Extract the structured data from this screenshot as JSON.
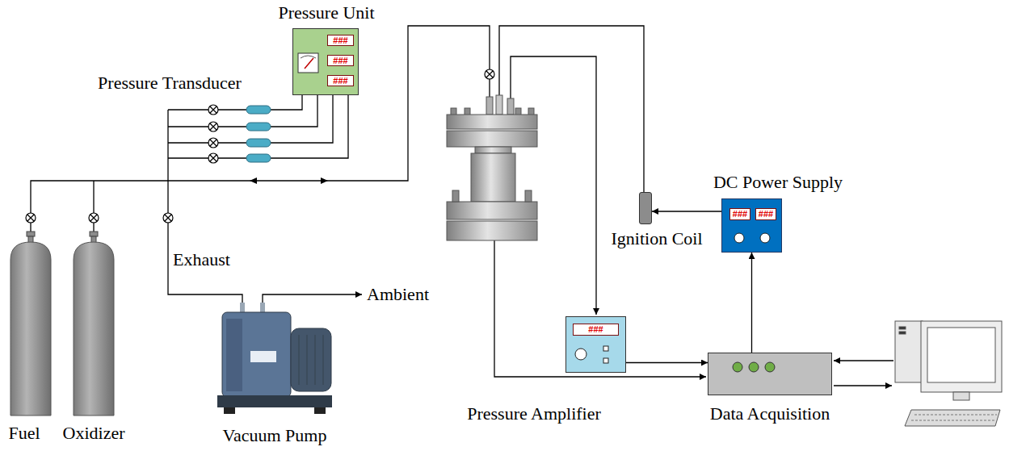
{
  "diagram": {
    "nodes": [
      {
        "text": [
          "Pressure Unit",
          "###",
          "###",
          "###"
        ]
      },
      {
        "text": [
          "Fuel"
        ]
      },
      {
        "text": [
          "Oxidizer"
        ]
      },
      {
        "text": [
          "Ignition Coil"
        ]
      },
      {
        "text": [
          "DC Power Supply",
          "###",
          "###"
        ]
      },
      {
        "text": [
          "Vacuum Pump"
        ]
      },
      {
        "text": [
          "Pressure Amplifier",
          "###"
        ]
      },
      {
        "text": [
          "Data Acquisition"
        ]
      }
    ],
    "edges": [
      {
        "from": 4,
        "to": 3,
        "arrow": "to"
      },
      {
        "from": 7,
        "to": 4,
        "arrow": "to"
      },
      {
        "from": 6,
        "to": 7,
        "arrow": "to"
      }
    ],
    "labels": [
      "Pressure Transducer",
      "Exhaust",
      "Ambient"
    ]
  }
}
